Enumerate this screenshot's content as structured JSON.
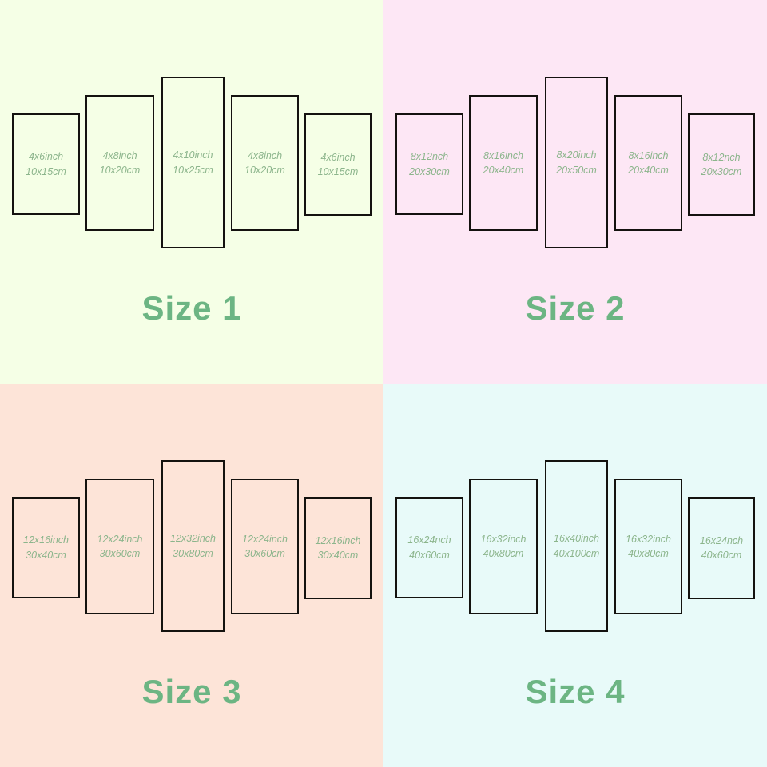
{
  "panels": [
    {
      "id": "size-1",
      "title": "Size 1",
      "bg": "#f5ffe6",
      "title_color": "#6cb583",
      "label_color": "#8cb58c",
      "frames": [
        {
          "name": "frame-1",
          "label": "4x6inch\n10x15cm"
        },
        {
          "name": "frame-2",
          "label": "4x8inch\n10x20cm"
        },
        {
          "name": "frame-3",
          "label": "4x10inch\n10x25cm"
        },
        {
          "name": "frame-4",
          "label": "4x8inch\n10x20cm"
        },
        {
          "name": "frame-5",
          "label": "4x6inch\n10x15cm"
        }
      ]
    },
    {
      "id": "size-2",
      "title": "Size 2",
      "bg": "#fde7f5",
      "title_color": "#6cb583",
      "label_color": "#8cb58c",
      "frames": [
        {
          "name": "frame-1",
          "label": "8x12nch\n20x30cm"
        },
        {
          "name": "frame-2",
          "label": "8x16inch\n20x40cm"
        },
        {
          "name": "frame-3",
          "label": "8x20inch\n20x50cm"
        },
        {
          "name": "frame-4",
          "label": "8x16inch\n20x40cm"
        },
        {
          "name": "frame-5",
          "label": "8x12nch\n20x30cm"
        }
      ]
    },
    {
      "id": "size-3",
      "title": "Size 3",
      "bg": "#fde4d8",
      "title_color": "#6cb583",
      "label_color": "#8cb58c",
      "frames": [
        {
          "name": "frame-1",
          "label": "12x16inch\n30x40cm"
        },
        {
          "name": "frame-2",
          "label": "12x24inch\n30x60cm"
        },
        {
          "name": "frame-3",
          "label": "12x32inch\n30x80cm"
        },
        {
          "name": "frame-4",
          "label": "12x24inch\n30x60cm"
        },
        {
          "name": "frame-5",
          "label": "12x16inch\n30x40cm"
        }
      ]
    },
    {
      "id": "size-4",
      "title": "Size 4",
      "bg": "#e8faf9",
      "title_color": "#6cb583",
      "label_color": "#8cb58c",
      "frames": [
        {
          "name": "frame-1",
          "label": "16x24nch\n40x60cm"
        },
        {
          "name": "frame-2",
          "label": "16x32inch\n40x80cm"
        },
        {
          "name": "frame-3",
          "label": "16x40inch\n40x100cm"
        },
        {
          "name": "frame-4",
          "label": "16x32inch\n40x80cm"
        },
        {
          "name": "frame-5",
          "label": "16x24nch\n40x60cm"
        }
      ]
    }
  ],
  "frame_border_color": "#14120f"
}
